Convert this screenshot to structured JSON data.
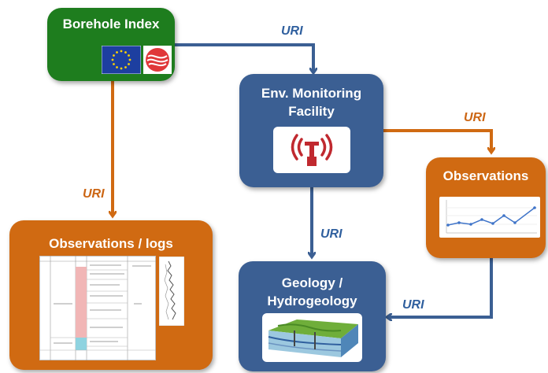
{
  "nodes": {
    "borehole_index": {
      "title": "Borehole Index",
      "color": "#1e7d1e"
    },
    "env_monitoring": {
      "title_line1": "Env. Monitoring",
      "title_line2": "Facility",
      "color": "#3b5f93"
    },
    "observations": {
      "title": "Observations",
      "color": "#d06a12"
    },
    "observations_logs": {
      "title": "Observations / logs",
      "color": "#d06a12"
    },
    "geology": {
      "title_line1": "Geology /",
      "title_line2": "Hydrogeology",
      "color": "#3b5f93"
    }
  },
  "edges": [
    {
      "from": "borehole_index",
      "to": "env_monitoring",
      "label": "URI",
      "color": "#3b5f93"
    },
    {
      "from": "borehole_index",
      "to": "observations_logs",
      "label": "URI",
      "color": "#d06a12"
    },
    {
      "from": "env_monitoring",
      "to": "observations",
      "label": "URI",
      "color": "#d06a12"
    },
    {
      "from": "env_monitoring",
      "to": "geology",
      "label": "URI",
      "color": "#3b5f93"
    },
    {
      "from": "observations",
      "to": "geology",
      "label": "URI",
      "color": "#3b5f93"
    }
  ],
  "icons": [
    "eu-flag-icon",
    "onegeology-logo-icon",
    "antenna-icon",
    "line-chart-icon",
    "borehole-log-icon",
    "aquifer-block-icon"
  ]
}
